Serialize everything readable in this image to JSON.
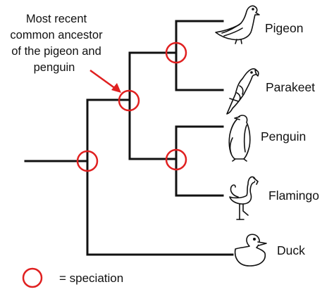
{
  "annotation": {
    "lines": [
      "Most recent",
      "common ancestor",
      "of the pigeon and",
      "penguin"
    ],
    "arrow_color": "#e02020"
  },
  "taxa": [
    {
      "label": "Pigeon",
      "icon": "pigeon-icon"
    },
    {
      "label": "Parakeet",
      "icon": "parakeet-icon"
    },
    {
      "label": "Penguin",
      "icon": "penguin-icon"
    },
    {
      "label": "Flamingo",
      "icon": "flamingo-icon"
    },
    {
      "label": "Duck",
      "icon": "duck-icon"
    }
  ],
  "legend": {
    "text": "= speciation",
    "marker": "speciation-circle-icon"
  },
  "colors": {
    "tree_line": "#111111",
    "speciation_circle": "#e02020"
  }
}
